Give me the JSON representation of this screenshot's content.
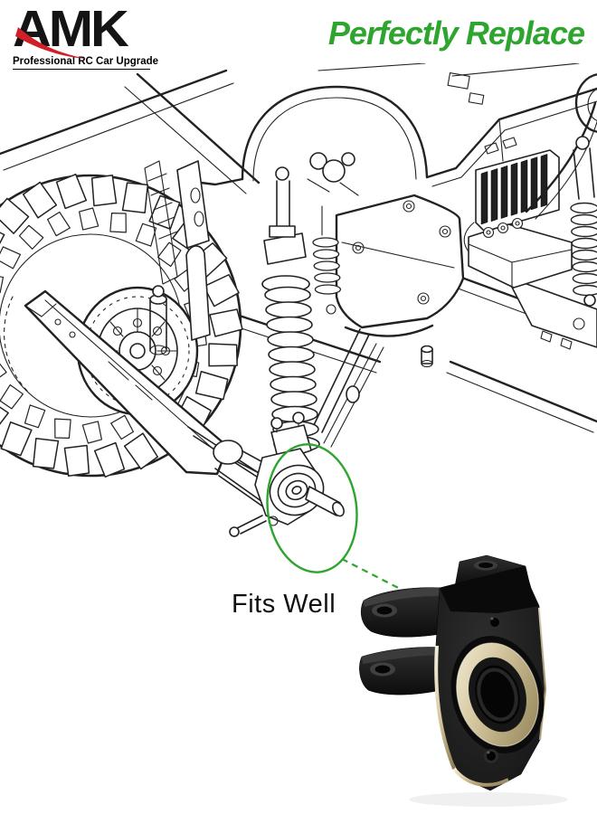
{
  "brand": {
    "logo_text": "AMK",
    "tagline": "Professional RC Car Upgrade"
  },
  "headline": {
    "text": "Perfectly Replace"
  },
  "callout": {
    "label": "Fits Well"
  },
  "colors": {
    "accent_green": "#2da52f",
    "logo_red": "#d01f26",
    "line_ink": "#222222",
    "brass_gold": "#cdbd92",
    "part_black": "#161616"
  },
  "figures": {
    "illustration": "rc-crawler-front-suspension-line-art",
    "highlight": "green-ellipse-around-steering-knuckle",
    "leader": "dashed-green-leader-line",
    "product": "black-brass-steering-knuckle-photo"
  }
}
